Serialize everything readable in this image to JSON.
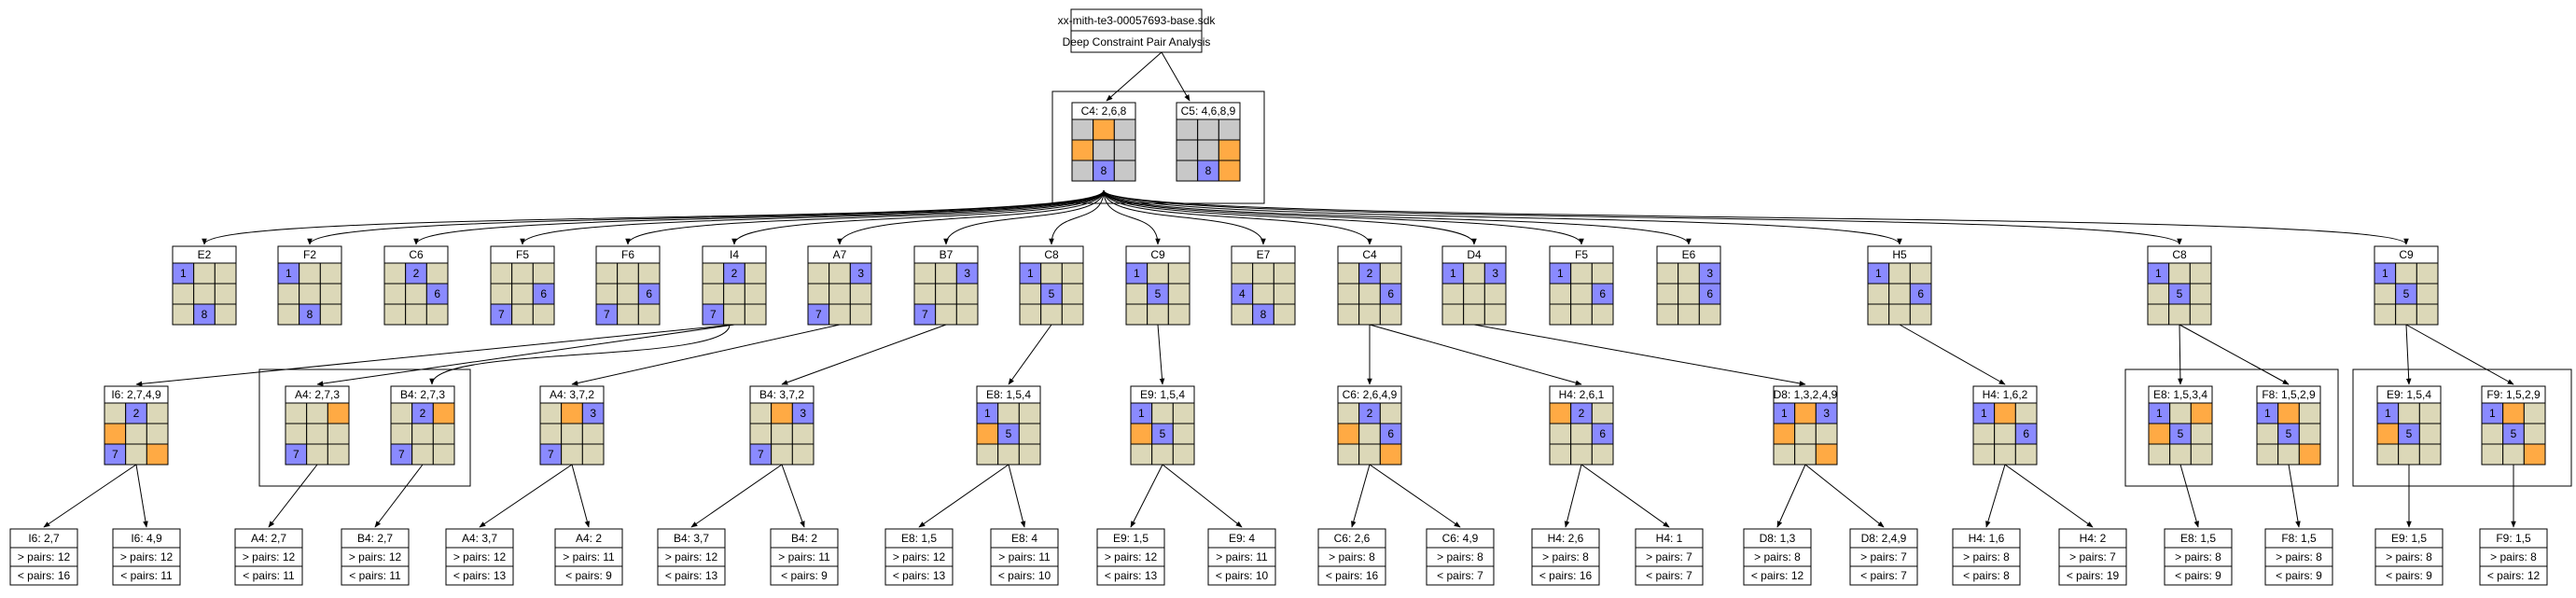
{
  "header": {
    "filename": "xx-mith-te3-00057693-base.sdk",
    "subtitle": "Deep Constraint Pair Analysis"
  },
  "colors": {
    "blue": "#8a8aff",
    "orange": "#ffaa44",
    "gray": "#c8c8c8",
    "tan": "#dcd8b8",
    "line": "#000000",
    "bg": "#ffffff"
  },
  "level1": [
    {
      "label": "C4: 2,6,8",
      "cells": [
        "g",
        "o",
        "g",
        "o",
        "g",
        "g",
        "g",
        "b8",
        "g"
      ]
    },
    {
      "label": "C5: 4,6,8,9",
      "cells": [
        "g",
        "g",
        "g",
        "g",
        "g",
        "o",
        "g",
        "b8",
        "o"
      ]
    }
  ],
  "level2": [
    {
      "label": "E2",
      "cells": [
        "b1",
        "t",
        "t",
        "t",
        "t",
        "t",
        "t",
        "b8",
        "t"
      ]
    },
    {
      "label": "F2",
      "cells": [
        "b1",
        "t",
        "t",
        "t",
        "t",
        "t",
        "t",
        "b8",
        "t"
      ]
    },
    {
      "label": "C6",
      "cells": [
        "t",
        "b2",
        "t",
        "t",
        "t",
        "b6",
        "t",
        "t",
        "t"
      ]
    },
    {
      "label": "F5",
      "cells": [
        "t",
        "t",
        "t",
        "t",
        "t",
        "b6",
        "b7",
        "t",
        "t"
      ]
    },
    {
      "label": "F6",
      "cells": [
        "t",
        "t",
        "t",
        "t",
        "t",
        "b6",
        "b7",
        "t",
        "t"
      ]
    },
    {
      "label": "I4",
      "cells": [
        "t",
        "b2",
        "t",
        "t",
        "t",
        "t",
        "b7",
        "t",
        "t"
      ]
    },
    {
      "label": "A7",
      "cells": [
        "t",
        "t",
        "b3",
        "t",
        "t",
        "t",
        "b7",
        "t",
        "t"
      ]
    },
    {
      "label": "B7",
      "cells": [
        "t",
        "t",
        "b3",
        "t",
        "t",
        "t",
        "b7",
        "t",
        "t"
      ]
    },
    {
      "label": "C8",
      "cells": [
        "b1",
        "t",
        "t",
        "t",
        "b5",
        "t",
        "t",
        "t",
        "t"
      ]
    },
    {
      "label": "C9",
      "cells": [
        "b1",
        "t",
        "t",
        "t",
        "b5",
        "t",
        "t",
        "t",
        "t"
      ]
    },
    {
      "label": "E7",
      "cells": [
        "t",
        "t",
        "t",
        "b4",
        "t",
        "t",
        "t",
        "b8",
        "t"
      ]
    },
    {
      "label": "C4",
      "cells": [
        "t",
        "b2",
        "t",
        "t",
        "t",
        "b6",
        "t",
        "t",
        "t"
      ]
    },
    {
      "label": "D4",
      "cells": [
        "b1",
        "t",
        "b3",
        "t",
        "t",
        "t",
        "t",
        "t",
        "t"
      ]
    },
    {
      "label": "F5",
      "cells": [
        "b1",
        "t",
        "t",
        "t",
        "t",
        "b6",
        "t",
        "t",
        "t"
      ]
    },
    {
      "label": "E6",
      "cells": [
        "t",
        "t",
        "b3",
        "t",
        "t",
        "b6",
        "t",
        "t",
        "t"
      ]
    },
    {
      "label": "H5",
      "cells": [
        "b1",
        "t",
        "t",
        "t",
        "t",
        "b6",
        "t",
        "t",
        "t"
      ]
    },
    {
      "label": "C8",
      "cells": [
        "b1",
        "t",
        "t",
        "t",
        "b5",
        "t",
        "t",
        "t",
        "t"
      ]
    },
    {
      "label": "C9",
      "cells": [
        "b1",
        "t",
        "t",
        "t",
        "b5",
        "t",
        "t",
        "t",
        "t"
      ]
    }
  ],
  "level3": [
    {
      "label": "I6: 2,7,4,9",
      "cells": [
        "t",
        "b2",
        "t",
        "o",
        "t",
        "t",
        "b7",
        "t",
        "o"
      ]
    },
    {
      "label": "A4: 2,7,3",
      "cells": [
        "t",
        "t",
        "o",
        "t",
        "t",
        "t",
        "b7",
        "t",
        "t"
      ]
    },
    {
      "label": "B4: 2,7,3",
      "cells": [
        "t",
        "b2",
        "o",
        "t",
        "t",
        "t",
        "b7",
        "t",
        "t"
      ]
    },
    {
      "label": "A4: 3,7,2",
      "cells": [
        "t",
        "o",
        "b3",
        "t",
        "t",
        "t",
        "b7",
        "t",
        "t"
      ]
    },
    {
      "label": "B4: 3,7,2",
      "cells": [
        "t",
        "o",
        "b3",
        "t",
        "t",
        "t",
        "b7",
        "t",
        "t"
      ]
    },
    {
      "label": "E8: 1,5,4",
      "cells": [
        "b1",
        "t",
        "t",
        "o",
        "b5",
        "t",
        "t",
        "t",
        "t"
      ]
    },
    {
      "label": "E9: 1,5,4",
      "cells": [
        "b1",
        "t",
        "t",
        "o",
        "b5",
        "t",
        "t",
        "t",
        "t"
      ]
    },
    {
      "label": "C6: 2,6,4,9",
      "cells": [
        "t",
        "b2",
        "t",
        "o",
        "t",
        "b6",
        "t",
        "t",
        "o"
      ]
    },
    {
      "label": "H4: 2,6,1",
      "cells": [
        "o",
        "b2",
        "t",
        "t",
        "t",
        "b6",
        "t",
        "t",
        "t"
      ]
    },
    {
      "label": "D8: 1,3,2,4,9",
      "cells": [
        "b1",
        "o",
        "b3",
        "o",
        "t",
        "t",
        "t",
        "t",
        "o"
      ]
    },
    {
      "label": "H4: 1,6,2",
      "cells": [
        "b1",
        "o",
        "t",
        "t",
        "t",
        "b6",
        "t",
        "t",
        "t"
      ]
    },
    {
      "label": "E8: 1,5,3,4",
      "cells": [
        "b1",
        "t",
        "o",
        "o",
        "b5",
        "t",
        "t",
        "t",
        "t"
      ]
    },
    {
      "label": "F8: 1,5,2,9",
      "cells": [
        "b1",
        "o",
        "t",
        "t",
        "b5",
        "t",
        "t",
        "t",
        "o"
      ]
    },
    {
      "label": "E9: 1,5,4",
      "cells": [
        "b1",
        "t",
        "t",
        "o",
        "b5",
        "t",
        "t",
        "t",
        "t"
      ]
    },
    {
      "label": "F9: 1,5,2,9",
      "cells": [
        "b1",
        "o",
        "t",
        "t",
        "b5",
        "t",
        "t",
        "t",
        "o"
      ]
    }
  ],
  "level4": [
    {
      "label": "I6: 2,7",
      "gt": "> pairs: 12",
      "lt": "< pairs: 16"
    },
    {
      "label": "I6: 4,9",
      "gt": "> pairs: 12",
      "lt": "< pairs: 11"
    },
    {
      "label": "A4: 2,7",
      "gt": "> pairs: 12",
      "lt": "< pairs: 11"
    },
    {
      "label": "B4: 2,7",
      "gt": "> pairs: 12",
      "lt": "< pairs: 11"
    },
    {
      "label": "A4: 3,7",
      "gt": "> pairs: 12",
      "lt": "< pairs: 13"
    },
    {
      "label": "A4: 2",
      "gt": "> pairs: 11",
      "lt": "< pairs: 9"
    },
    {
      "label": "B4: 3,7",
      "gt": "> pairs: 12",
      "lt": "< pairs: 13"
    },
    {
      "label": "B4: 2",
      "gt": "> pairs: 11",
      "lt": "< pairs: 9"
    },
    {
      "label": "E8: 1,5",
      "gt": "> pairs: 12",
      "lt": "< pairs: 13"
    },
    {
      "label": "E8: 4",
      "gt": "> pairs: 11",
      "lt": "< pairs: 10"
    },
    {
      "label": "E9: 1,5",
      "gt": "> pairs: 12",
      "lt": "< pairs: 13"
    },
    {
      "label": "E9: 4",
      "gt": "> pairs: 11",
      "lt": "< pairs: 10"
    },
    {
      "label": "C6: 2,6",
      "gt": "> pairs: 8",
      "lt": "< pairs: 16"
    },
    {
      "label": "C6: 4,9",
      "gt": "> pairs: 8",
      "lt": "< pairs: 7"
    },
    {
      "label": "H4: 2,6",
      "gt": "> pairs: 8",
      "lt": "< pairs: 16"
    },
    {
      "label": "H4: 1",
      "gt": "> pairs: 7",
      "lt": "< pairs: 7"
    },
    {
      "label": "D8: 1,3",
      "gt": "> pairs: 8",
      "lt": "< pairs: 12"
    },
    {
      "label": "D8: 2,4,9",
      "gt": "> pairs: 7",
      "lt": "< pairs: 7"
    },
    {
      "label": "H4: 1,6",
      "gt": "> pairs: 8",
      "lt": "< pairs: 8"
    },
    {
      "label": "H4: 2",
      "gt": "> pairs: 7",
      "lt": "< pairs: 19"
    },
    {
      "label": "E8: 1,5",
      "gt": "> pairs: 8",
      "lt": "< pairs: 9"
    },
    {
      "label": "F8: 1,5",
      "gt": "> pairs: 8",
      "lt": "< pairs: 9"
    },
    {
      "label": "E9: 1,5",
      "gt": "> pairs: 8",
      "lt": "< pairs: 9"
    },
    {
      "label": "F9: 1,5",
      "gt": "> pairs: 8",
      "lt": "< pairs: 12"
    }
  ]
}
